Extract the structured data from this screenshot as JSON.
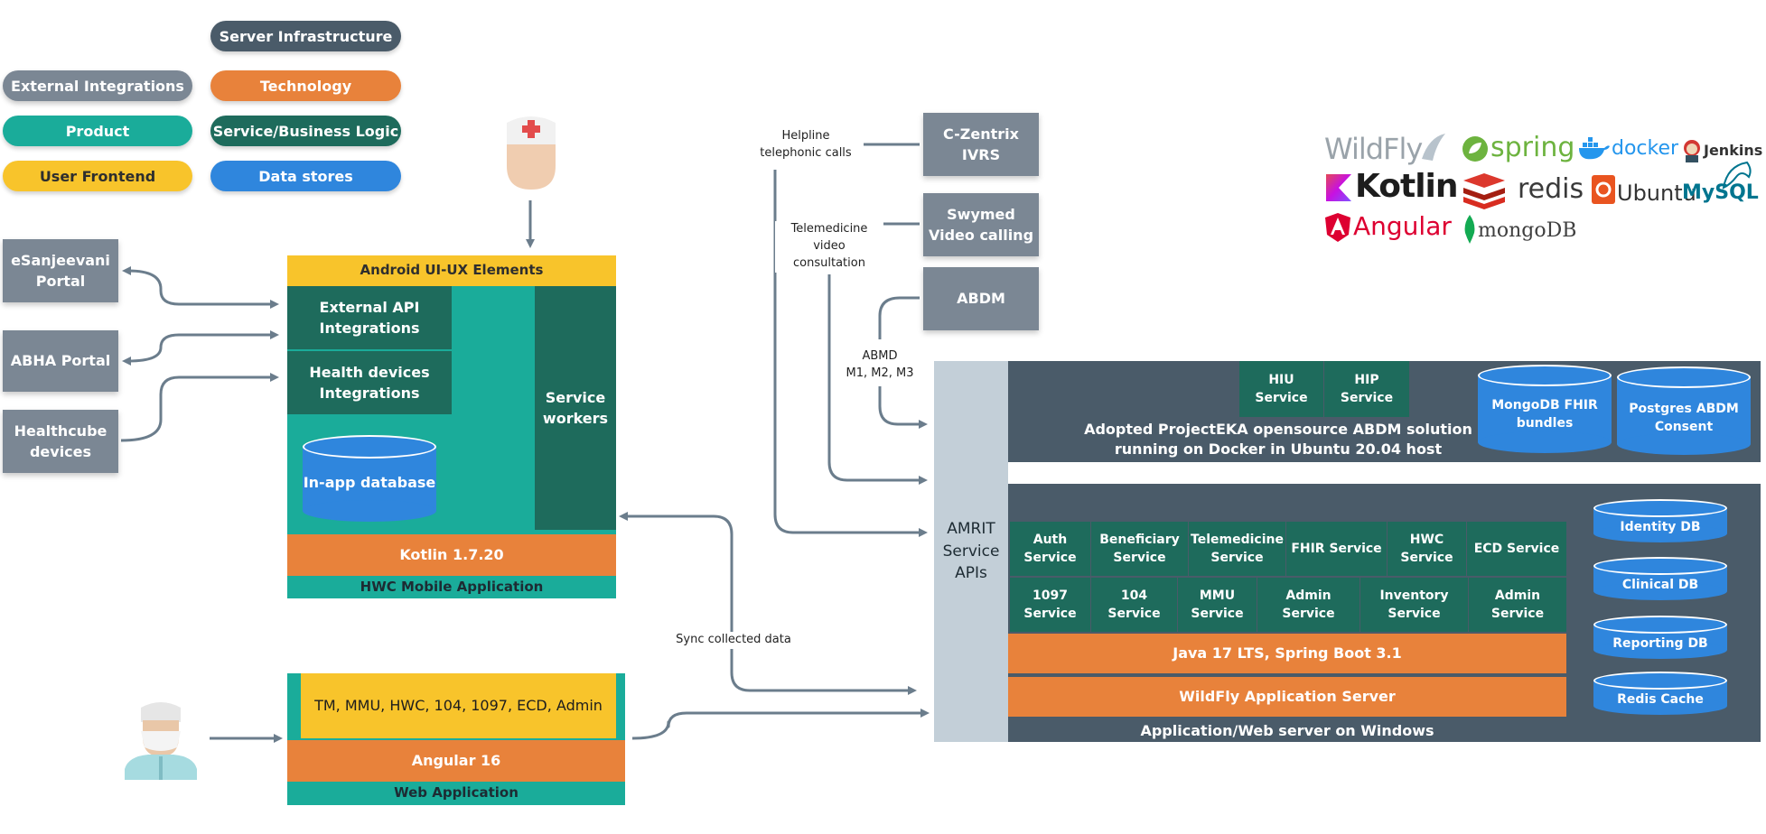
{
  "legend": {
    "server_infrastructure": "Server Infrastructure",
    "external_integrations": "External Integrations",
    "technology": "Technology",
    "product": "Product",
    "service_business_logic": "Service/Business Logic",
    "user_frontend": "User Frontend",
    "data_stores": "Data stores"
  },
  "external": {
    "esanjeevani": "eSanjeevani\nPortal",
    "abha": "ABHA Portal",
    "healthcube": "Healthcube\ndevices",
    "czentrix": "C-Zentrix\nIVRS",
    "swymed": "Swymed\nVideo calling",
    "abdm": "ABDM"
  },
  "mobile": {
    "android_ui": "Android UI-UX Elements",
    "external_api": "External API\nIntegrations",
    "health_devices": "Health devices\nIntegrations",
    "service_workers": "Service\nworkers",
    "in_app_db": "In-app database",
    "kotlin": "Kotlin 1.7.20",
    "title": "HWC Mobile Application"
  },
  "web": {
    "frontend": "TM, MMU, HWC, 104, 1097, ECD, Admin",
    "angular": "Angular 16",
    "title": "Web Application"
  },
  "edges": {
    "helpline": "Helpline\ntelephonic calls",
    "telemedicine": "Telemedicine\nvideo\nconsultation",
    "abmd": "ABMD\nM1, M2, M3",
    "sync": "Sync collected data"
  },
  "amrit": "AMRIT\nService\nAPIs",
  "eka": {
    "hiu": "HIU\nService",
    "hip": "HIP\nService",
    "title": "Adopted ProjectEKA opensource ABDM solution\nrunning on Docker in Ubuntu 20.04 host",
    "mongodb_fhir": "MongoDB FHIR\nbundles",
    "postgres": "Postgres ABDM\nConsent"
  },
  "appserver": {
    "row1": [
      "Auth\nService",
      "Beneficiary\nService",
      "Telemedicine\nService",
      "FHIR Service",
      "HWC\nService",
      "ECD Service"
    ],
    "row2": [
      "1097\nService",
      "104\nService",
      "MMU\nService",
      "Admin\nService",
      "Inventory\nService",
      "Admin\nService"
    ],
    "java": "Java 17 LTS, Spring Boot 3.1",
    "wildfly": "WildFly Application Server",
    "title": "Application/Web server on Windows",
    "dbs": [
      "Identity DB",
      "Clinical DB",
      "Reporting DB",
      "Redis Cache"
    ]
  },
  "logos": {
    "wildfly": "WildFly",
    "spring": "spring",
    "docker": "docker",
    "jenkins": "Jenkins",
    "kotlin": "Kotlin",
    "redis": "redis",
    "ubuntu": "Ubuntu",
    "mysql": "MySQL",
    "angular": "Angular",
    "mongodb": "mongoDB"
  },
  "colors": {
    "grey": "#7b8794",
    "orange": "#e8823b",
    "teal": "#1aac9a",
    "green": "#1e6b5c",
    "yellow": "#f8c42b",
    "blue": "#2f86dd",
    "slate": "#4a5b69",
    "amrit": "#c3cfd8",
    "connector": "#6b7d8c"
  },
  "icons": [
    "nurse-icon",
    "doctor-icon"
  ]
}
